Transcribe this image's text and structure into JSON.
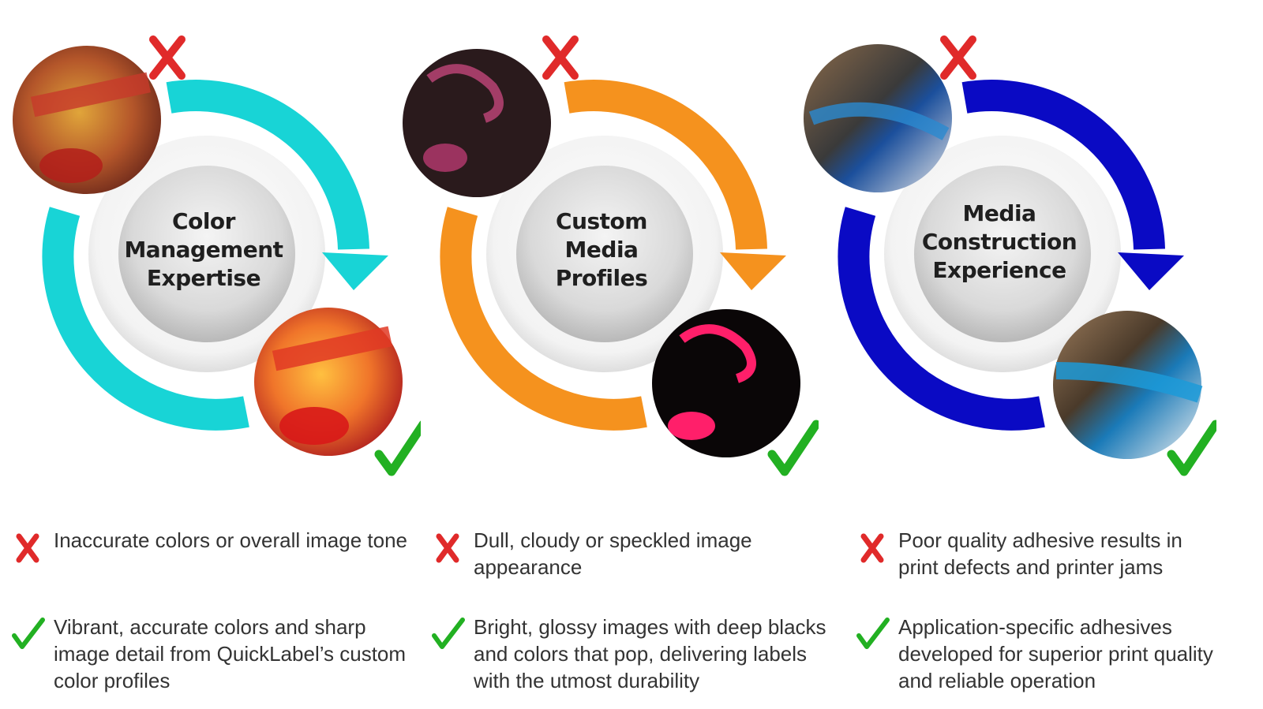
{
  "colors": {
    "x_red": "#e02a2a",
    "check_green": "#22b022",
    "text": "#333333"
  },
  "panels": [
    {
      "title_lines": [
        "Color",
        "Management",
        "Expertise"
      ],
      "arrow_color": "#18d4d6",
      "before_image": "salsa-label-before",
      "after_image": "salsa-label-after",
      "bad_text": "Inaccurate colors or overall image tone",
      "good_text": "Vibrant, accurate colors and sharp image detail from QuickLabel’s custom color profiles"
    },
    {
      "title_lines": [
        "Custom",
        "Media",
        "Profiles"
      ],
      "arrow_color": "#f5921e",
      "before_image": "pink-on-black-label-before",
      "after_image": "pink-on-black-label-after",
      "bad_text": "Dull, cloudy or speckled image appearance",
      "good_text": "Bright, glossy images with deep blacks and colors that pop, delivering labels with the utmost durability"
    },
    {
      "title_lines": [
        "Media",
        "Construction",
        "Experience"
      ],
      "arrow_color": "#0a0ac4",
      "before_image": "curled-label-before",
      "after_image": "flat-label-after",
      "bad_text": "Poor quality adhesive results in print defects and printer jams",
      "good_text": "Application-specific adhesives developed for superior print quality and reliable operation"
    }
  ]
}
